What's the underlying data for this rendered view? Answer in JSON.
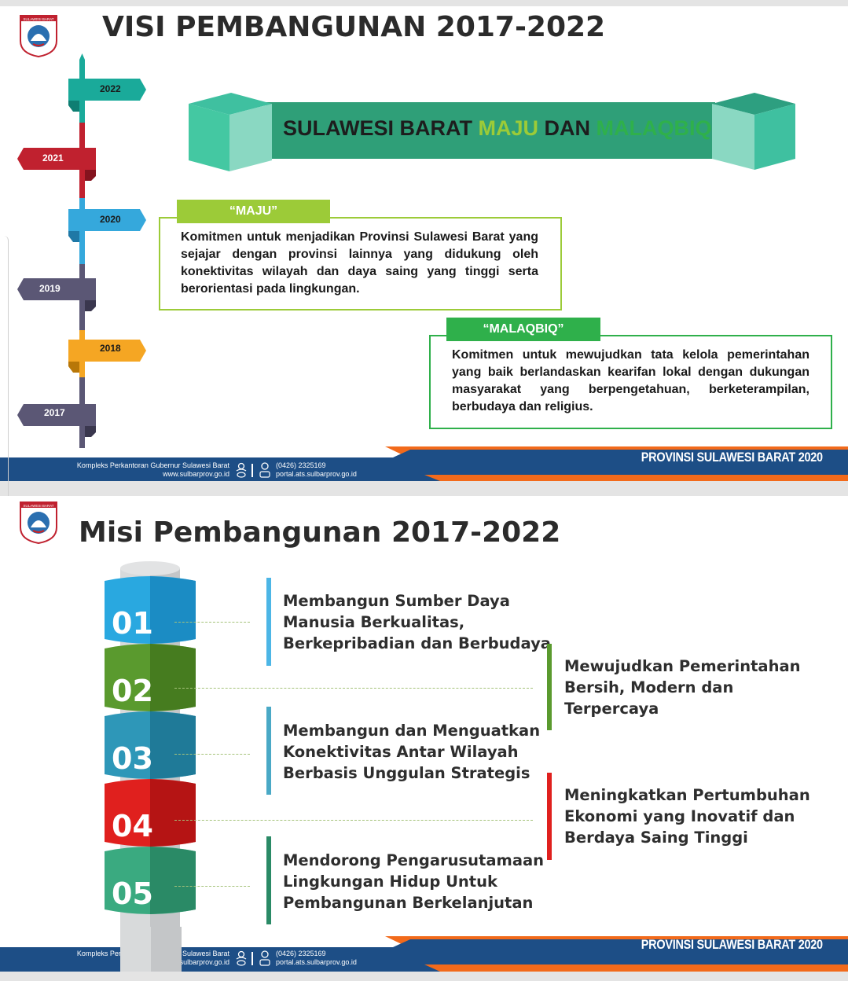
{
  "slide1": {
    "title": "VISI PEMBANGUNAN 2017-2022",
    "logo_text": "SULAWESI BARAT",
    "timeline": [
      {
        "year": "2022",
        "color": "#1aaa9a"
      },
      {
        "year": "2021",
        "color": "#c0212f"
      },
      {
        "year": "2020",
        "color": "#35a8dc"
      },
      {
        "year": "2019",
        "color": "#5b5775"
      },
      {
        "year": "2018",
        "color": "#f5a623"
      },
      {
        "year": "2017",
        "color": "#5b5775"
      }
    ],
    "banner": {
      "part1": "SULAWESI BARAT ",
      "part2": "MAJU",
      "part3": " DAN ",
      "part4": "MALAQBIQ"
    },
    "maju": {
      "tab": "“MAJU”",
      "text": "Komitmen untuk menjadikan Provinsi Sulawesi Barat yang sejajar dengan provinsi lainnya yang didukung oleh konektivitas wilayah dan daya saing yang tinggi serta berorientasi pada lingkungan."
    },
    "malaqbiq": {
      "tab": "“MALAQBIQ”",
      "text": "Komitmen untuk mewujudkan tata kelola pemerintahan yang baik berlandaskan kearifan lokal dengan dukungan masyarakat yang berpengetahuan, berketerampilan, berbudaya dan religius."
    },
    "footer": {
      "address": "Kompleks Perkantoran Gubernur Sulawesi Barat",
      "website": "www.sulbarprov.go.id",
      "phone": "(0426) 2325169",
      "portal": "portal.ats.sulbarprov.go.id",
      "right": "PROVINSI SULAWESI BARAT 2020"
    }
  },
  "slide2": {
    "title": "Misi Pembangunan 2017-2022",
    "logo_text": "SULAWESI BARAT",
    "missions": [
      {
        "num": "01",
        "color": "#29a8e0",
        "text_lines": [
          "Membangun Sumber Daya",
          "Manusia Berkualitas,",
          "Berkepribadian dan Berbudaya"
        ]
      },
      {
        "num": "02",
        "color": "#5a9a2e",
        "text_lines": [
          "Mewujudkan Pemerintahan",
          "Bersih, Modern dan",
          "Terpercaya"
        ]
      },
      {
        "num": "03",
        "color": "#2e97b8",
        "text_lines": [
          "Membangun dan Menguatkan",
          "Konektivitas Antar Wilayah",
          "Berbasis Unggulan Strategis"
        ]
      },
      {
        "num": "04",
        "color": "#e0201e",
        "text_lines": [
          "Meningkatkan Pertumbuhan",
          "Ekonomi yang Inovatif dan",
          "Berdaya Saing Tinggi"
        ]
      },
      {
        "num": "05",
        "color": "#3aaa80",
        "text_lines": [
          "Mendorong Pengarusutamaan",
          "Lingkungan Hidup Untuk",
          "Pembangunan Berkelanjutan"
        ]
      }
    ],
    "footer": {
      "address": "Kompleks Perkantoran Gubernur Sulawesi Barat",
      "website": "www.sulbarprov.go.id",
      "phone": "(0426) 2325169",
      "portal": "portal.ats.sulbarprov.go.id",
      "right": "PROVINSI SULAWESI BARAT 2020"
    }
  }
}
